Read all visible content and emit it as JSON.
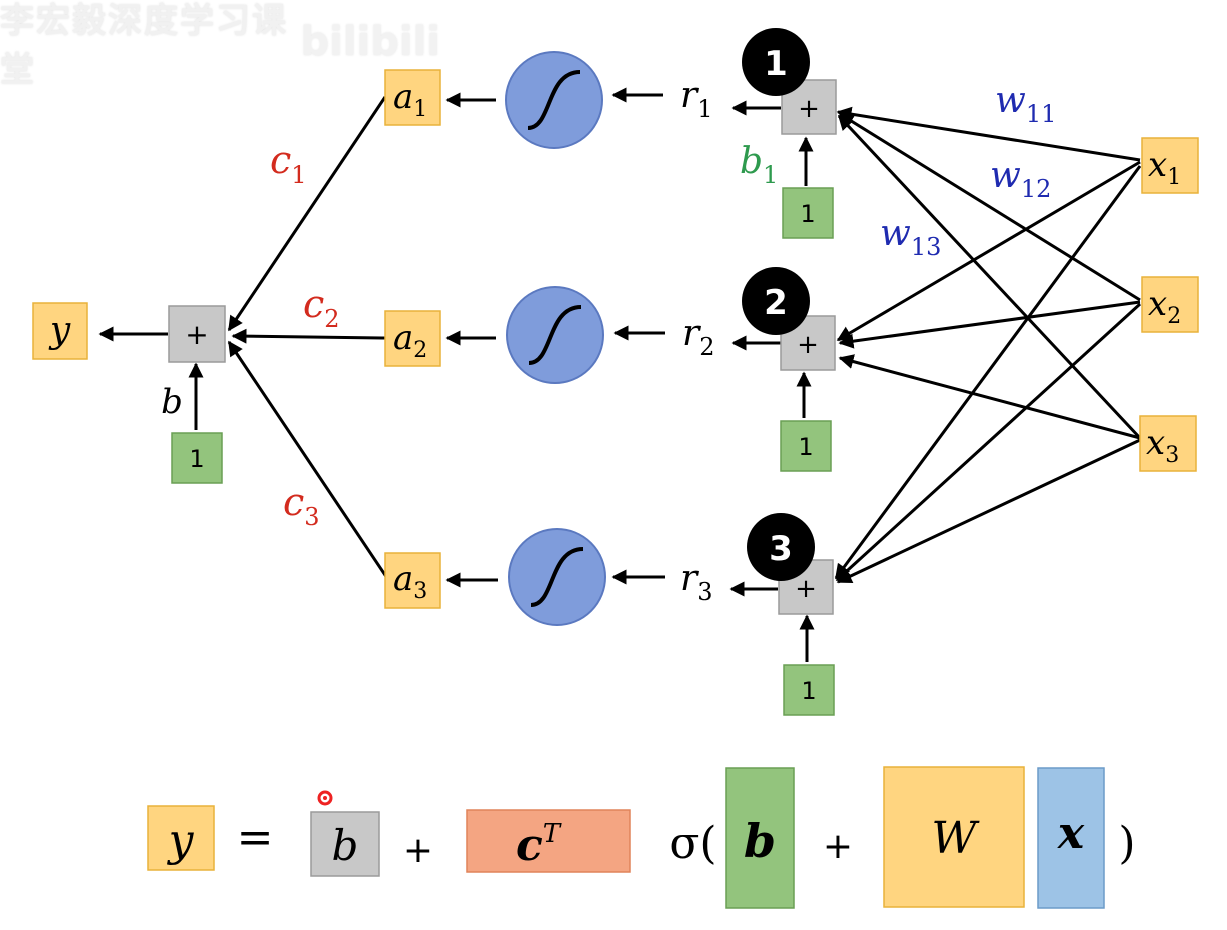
{
  "watermark": {
    "text": "李宏毅深度学习课堂",
    "logo": "bilibili"
  },
  "colors": {
    "yellow_fill": "#FFD580",
    "yellow_stroke": "#E8B23A",
    "green_fill": "#93C47D",
    "green_stroke": "#6A9F55",
    "gray_fill": "#C8C8C8",
    "gray_stroke": "#9A9A9A",
    "sigmoid_fill": "#7F9CDB",
    "sigmoid_stroke": "#5B79C0",
    "weight_color": "#1F2BB0",
    "c_color": "#D32B1E",
    "b1_color": "#2E9A4E",
    "orange_fill": "#F4A582",
    "orange_stroke": "#E0835A",
    "blue_fill": "#9DC3E6",
    "blue_stroke": "#6C9BC9"
  },
  "nodes": {
    "output": {
      "var": "y"
    },
    "final_sum": {
      "op": "+"
    },
    "final_bias": {
      "label": "b",
      "one": "1"
    },
    "activations": [
      {
        "var": "a",
        "sub": "1"
      },
      {
        "var": "a",
        "sub": "2"
      },
      {
        "var": "a",
        "sub": "3"
      }
    ],
    "sigmoid_icon": "sigmoid-curve",
    "pre_activations": [
      {
        "var": "r",
        "sub": "1"
      },
      {
        "var": "r",
        "sub": "2"
      },
      {
        "var": "r",
        "sub": "3"
      }
    ],
    "hidden_sums": [
      {
        "op": "+",
        "badge": "1",
        "one": "1"
      },
      {
        "op": "+",
        "badge": "2",
        "one": "1"
      },
      {
        "op": "+",
        "badge": "3",
        "one": "1"
      }
    ],
    "inputs": [
      {
        "var": "x",
        "sub": "1"
      },
      {
        "var": "x",
        "sub": "2"
      },
      {
        "var": "x",
        "sub": "3"
      }
    ]
  },
  "edge_labels": {
    "c": [
      {
        "var": "c",
        "sub": "1"
      },
      {
        "var": "c",
        "sub": "2"
      },
      {
        "var": "c",
        "sub": "3"
      }
    ],
    "w": [
      {
        "var": "w",
        "sub": "11"
      },
      {
        "var": "w",
        "sub": "12"
      },
      {
        "var": "w",
        "sub": "13"
      }
    ],
    "b1": {
      "var": "b",
      "sub": "1"
    }
  },
  "formula": {
    "y": "y",
    "eq": "=",
    "b": "b",
    "plus1": "+",
    "c": "c",
    "c_sup": "T",
    "sigma": "σ(",
    "b_vec": "b",
    "plus2": "+",
    "W": "W",
    "x": "x",
    "close": ")"
  }
}
